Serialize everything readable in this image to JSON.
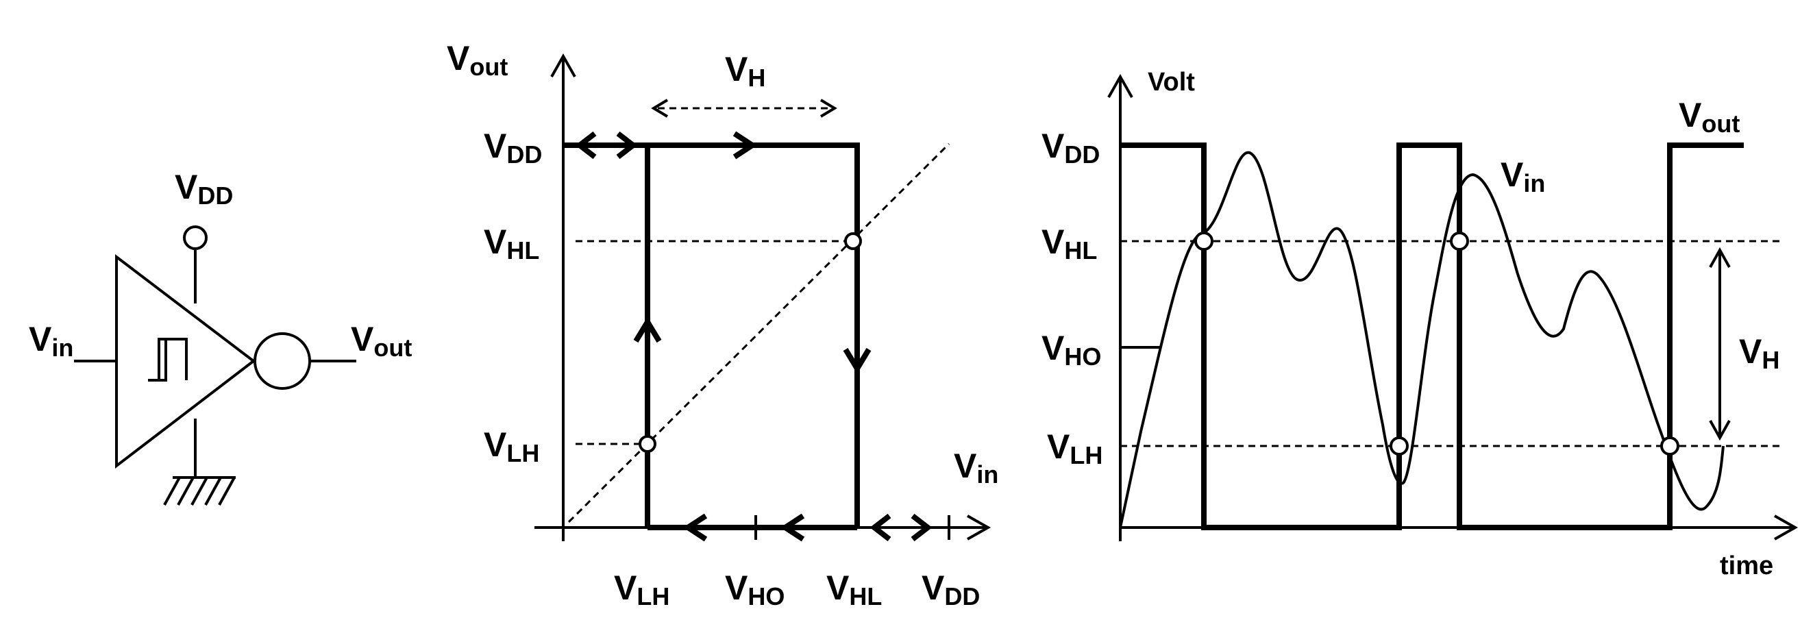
{
  "symbol": {
    "input": {
      "main": "V",
      "sub": "in"
    },
    "output": {
      "main": "V",
      "sub": "out"
    },
    "supply": {
      "main": "V",
      "sub": "DD"
    }
  },
  "transfer": {
    "y_axis": {
      "main": "V",
      "sub": "out"
    },
    "x_axis": {
      "main": "V",
      "sub": "in"
    },
    "hysteresis": {
      "main": "V",
      "sub": "H"
    },
    "y_labels": [
      {
        "main": "V",
        "sub": "DD"
      },
      {
        "main": "V",
        "sub": "HL"
      },
      {
        "main": "V",
        "sub": "LH"
      }
    ],
    "x_labels": [
      {
        "main": "V",
        "sub": "LH"
      },
      {
        "main": "V",
        "sub": "HO"
      },
      {
        "main": "V",
        "sub": "HL"
      },
      {
        "main": "V",
        "sub": "DD"
      }
    ]
  },
  "timing": {
    "y_axis": "Volt",
    "x_axis": "time",
    "y_labels": [
      {
        "main": "V",
        "sub": "DD"
      },
      {
        "main": "V",
        "sub": "HL"
      },
      {
        "main": "V",
        "sub": "HO"
      },
      {
        "main": "V",
        "sub": "LH"
      }
    ],
    "vout": {
      "main": "V",
      "sub": "out"
    },
    "vin": {
      "main": "V",
      "sub": "in"
    },
    "hysteresis": {
      "main": "V",
      "sub": "H"
    }
  }
}
